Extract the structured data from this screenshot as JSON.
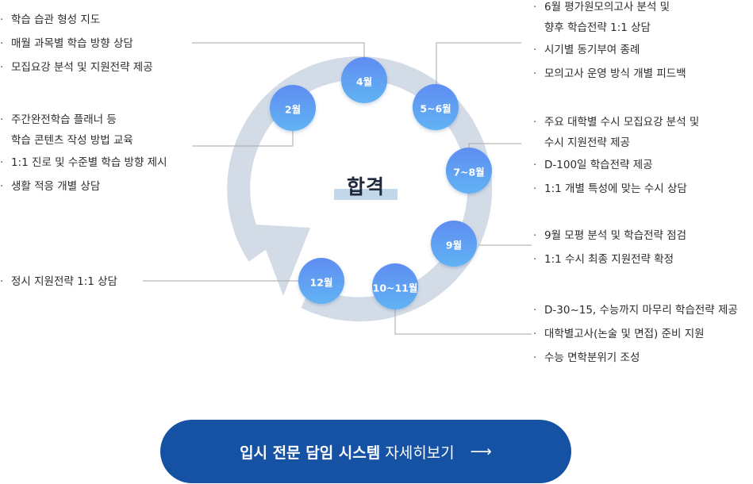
{
  "center_label": "합격",
  "milestones": [
    {
      "id": "feb",
      "label": "2월"
    },
    {
      "id": "apr",
      "label": "4월"
    },
    {
      "id": "may_jun",
      "label": "5~6월"
    },
    {
      "id": "jul_aug",
      "label": "7~8월"
    },
    {
      "id": "sep",
      "label": "9월"
    },
    {
      "id": "oct_nov",
      "label": "10~11월"
    },
    {
      "id": "dec",
      "label": "12월"
    }
  ],
  "groups": {
    "left_top": [
      "학습 습관 형성 지도",
      "매월 과목별 학습 방향 상담",
      "모집요강 분석 및 지원전략 제공"
    ],
    "left_mid": {
      "item1_line1": "주간완전학습 플래너 등",
      "item1_line2": "학습 콘텐츠 작성 방법 교육",
      "item2": "1:1 진로 및 수준별 학습 방향 제시",
      "item3": "생활 적응 개별 상담"
    },
    "left_bottom": [
      "정시 지원전략 1:1 상담"
    ],
    "right_1": {
      "item1_line1": "6월 평가원모의고사 분석 및",
      "item1_line2": "향후 학습전략 1:1 상담",
      "item2": "시기별 동기부여 종례",
      "item3": "모의고사 운영 방식 개별 피드백"
    },
    "right_2": {
      "item1_line1": "주요 대학별 수시 모집요강 분석 및",
      "item1_line2": "수시 지원전략 제공",
      "item2": "D-100일 학습전략 제공",
      "item3": "1:1 개별 특성에 맞는 수시 상담"
    },
    "right_3": [
      "9월 모평 분석 및 학습전략 점검",
      "1:1 수시 최종 지원전략 확정"
    ],
    "right_4": [
      "D-30~15, 수능까지 마무리 학습전략 제공",
      "대학별고사(논술 및 면접) 준비 지원",
      "수능 면학분위기 조성"
    ]
  },
  "cta": {
    "strong": "입시 전문 담임 시스템",
    "light": "자세히보기",
    "arrow": "⟶"
  },
  "colors": {
    "ring": "#d3dce6",
    "circle_top": "#5e8df2",
    "circle_bottom": "#62b3f3",
    "connector": "#a7a7a7",
    "cta_bg": "#1652a3"
  }
}
